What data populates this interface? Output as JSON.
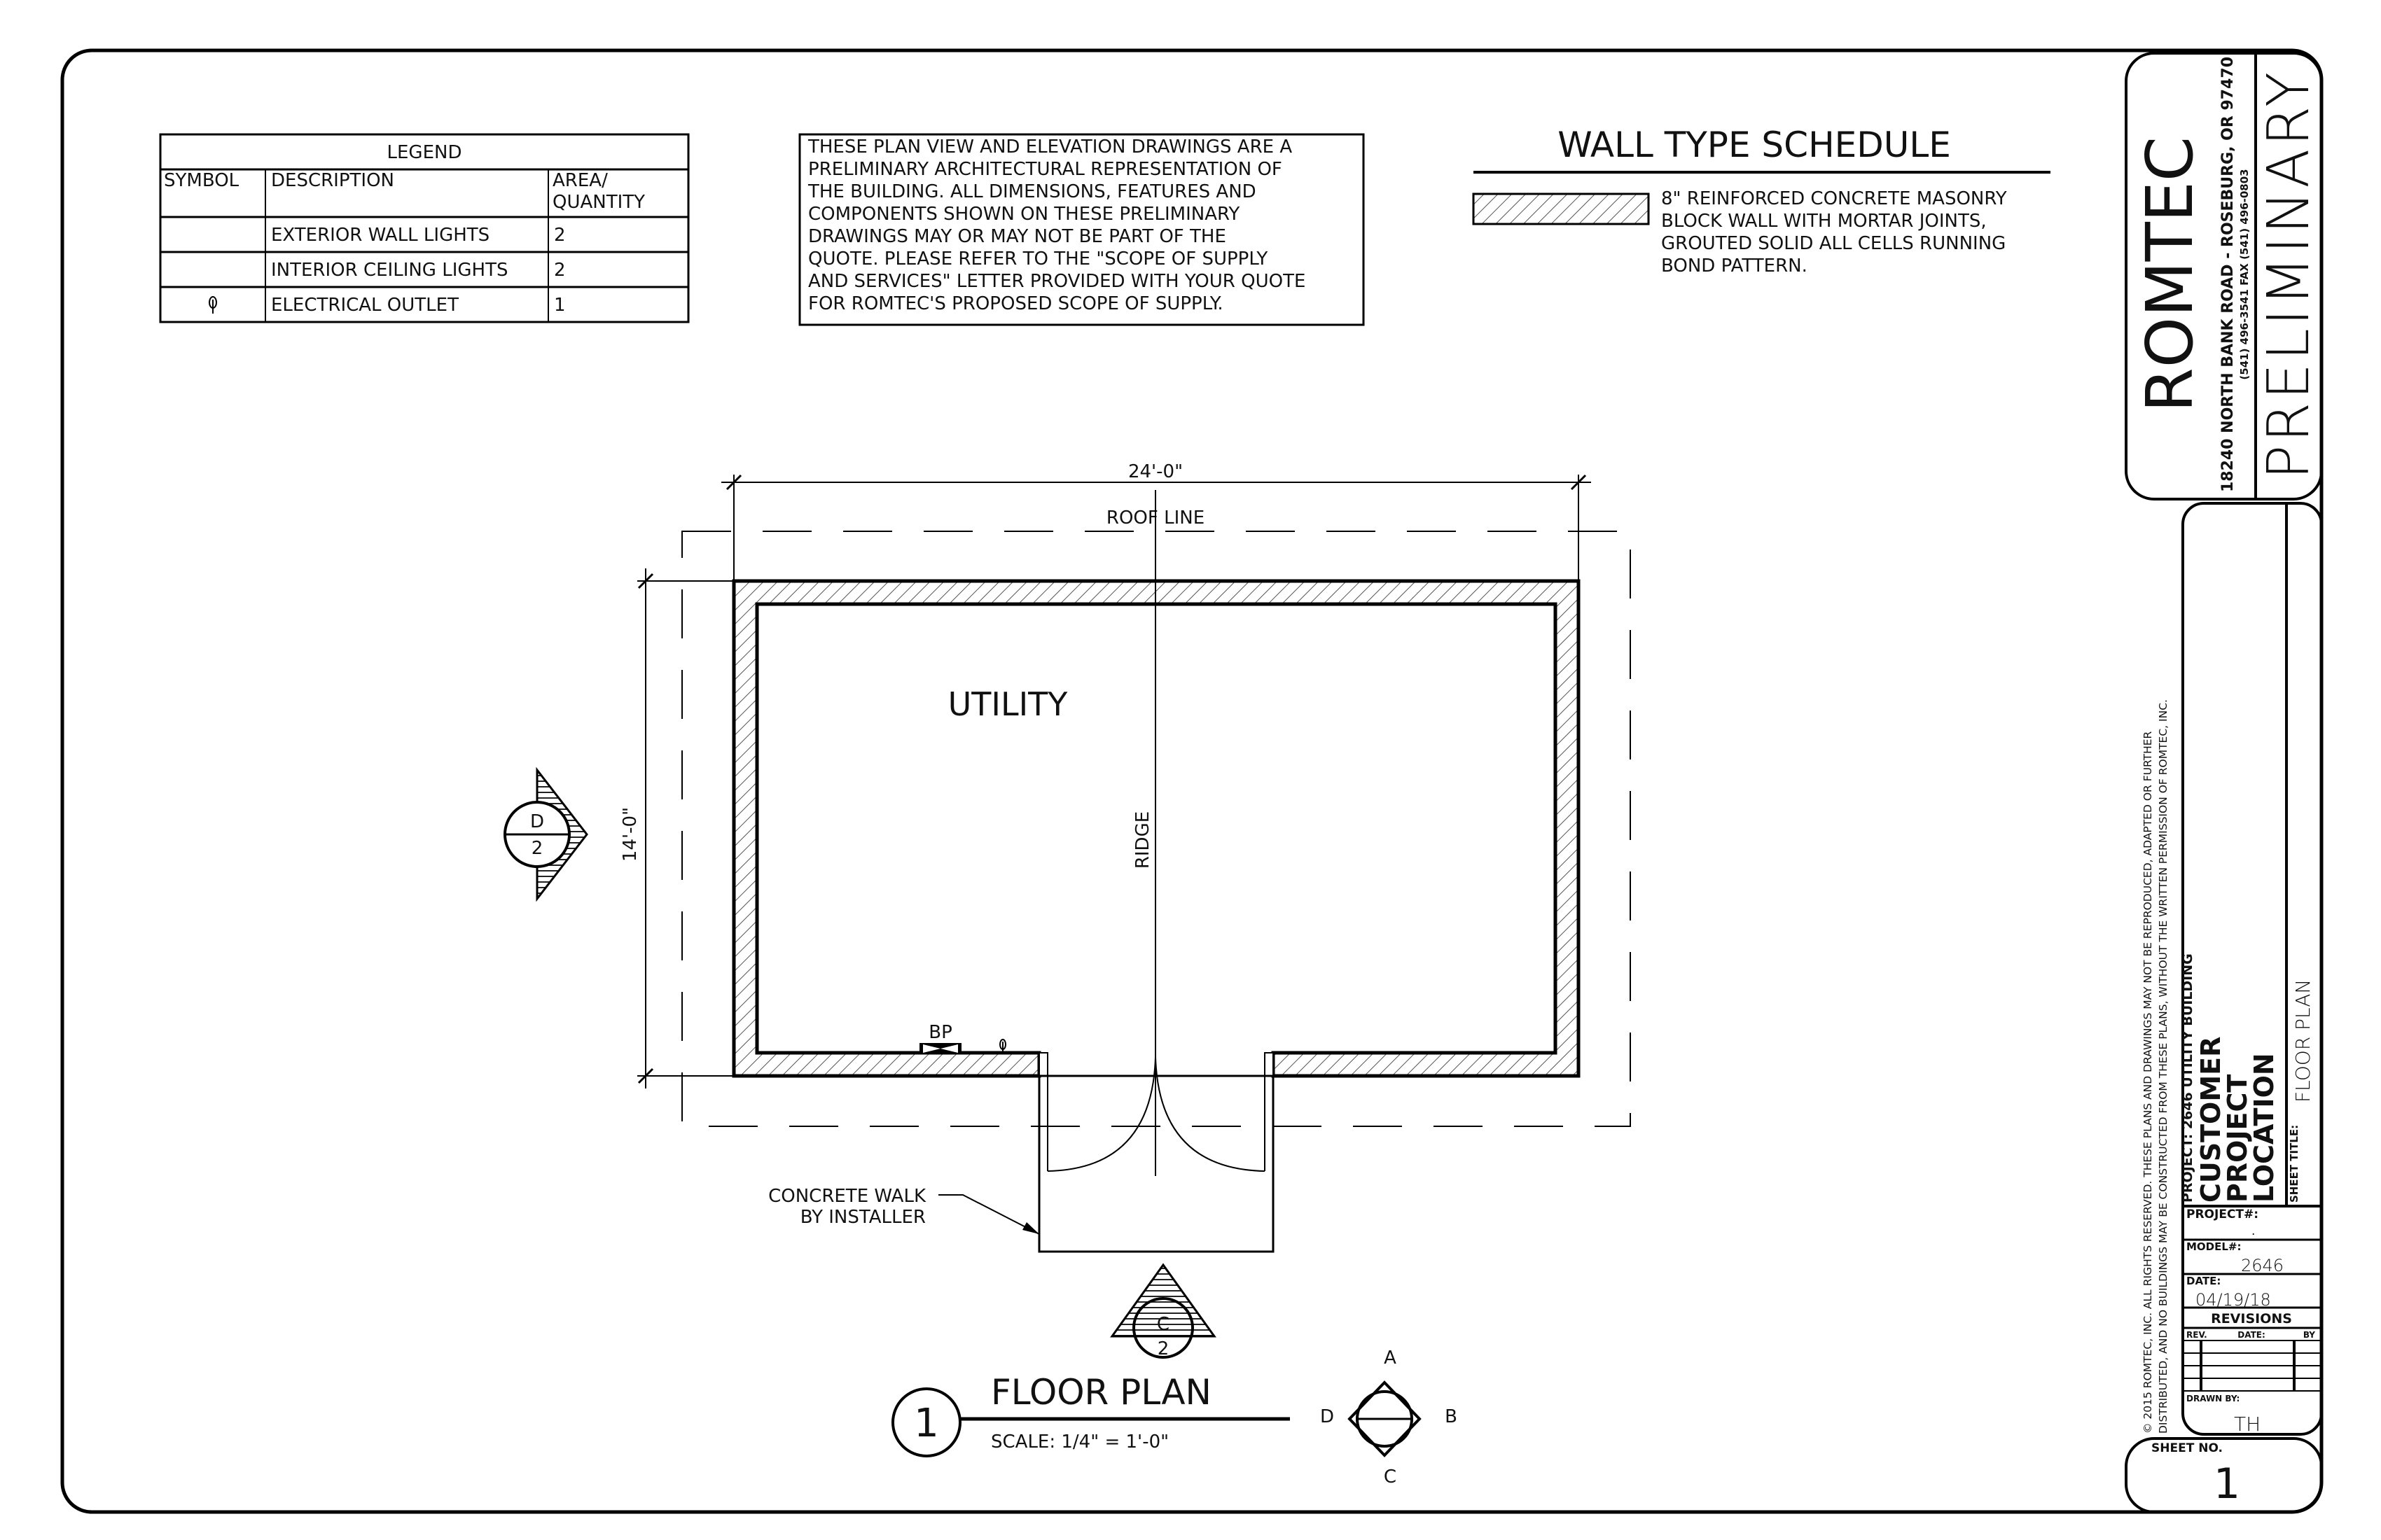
{
  "legend": {
    "title": "LEGEND",
    "headers": [
      "SYMBOL",
      "DESCRIPTION",
      "AREA/",
      "QUANTITY"
    ],
    "rows": [
      {
        "symbol": "",
        "description": "EXTERIOR WALL LIGHTS",
        "quantity": "2"
      },
      {
        "symbol": "",
        "description": "INTERIOR CEILING LIGHTS",
        "quantity": "2"
      },
      {
        "symbol": "outlet-icon",
        "description": "ELECTRICAL OUTLET",
        "quantity": "1"
      }
    ]
  },
  "notes": {
    "lines": [
      "THESE PLAN VIEW AND ELEVATION DRAWINGS ARE A",
      "PRELIMINARY ARCHITECTURAL REPRESENTATION OF",
      "THE BUILDING. ALL DIMENSIONS, FEATURES AND",
      "COMPONENTS SHOWN ON THESE PRELIMINARY",
      "DRAWINGS MAY OR MAY NOT BE PART OF THE",
      "QUOTE. PLEASE REFER TO THE \"SCOPE OF SUPPLY",
      "AND SERVICES\" LETTER PROVIDED WITH YOUR QUOTE",
      "FOR ROMTEC'S PROPOSED SCOPE OF SUPPLY."
    ]
  },
  "wall_schedule": {
    "title": "WALL TYPE SCHEDULE",
    "lines": [
      "8\" REINFORCED CONCRETE MASONRY",
      "BLOCK WALL WITH MORTAR JOINTS,",
      "GROUTED SOLID ALL CELLS RUNNING",
      "BOND PATTERN."
    ]
  },
  "plan": {
    "width_dim": "24'-0\"",
    "depth_dim": "14'-0\"",
    "roof_line": "ROOF LINE",
    "ridge": "RIDGE",
    "room": "UTILITY",
    "bp": "BP",
    "walk_line1": "CONCRETE WALK",
    "walk_line2": "BY INSTALLER",
    "section_left": {
      "letter": "D",
      "sheet": "2"
    },
    "section_bottom": {
      "letter": "C",
      "sheet": "2"
    },
    "compass": {
      "a": "A",
      "b": "B",
      "c": "C",
      "d": "D"
    },
    "title_number": "1",
    "title": "FLOOR PLAN",
    "scale": "SCALE: 1/4\" = 1'-0\""
  },
  "title_block": {
    "company": "ROMTEC",
    "address": "18240 NORTH BANK ROAD - ROSEBURG, OR 97470",
    "phone": "(541) 496-3541     FAX (541) 496-0803",
    "status": "PRELIMINARY",
    "copyright1": "© 2015 ROMTEC, INC.  ALL RIGHTS RESERVED.  THESE PLANS AND DRAWINGS MAY NOT BE REPRODUCED, ADAPTED OR FURTHER",
    "copyright2": "DISTRIBUTED, AND NO BUILDINGS MAY BE CONSTRUCTED FROM THESE PLANS, WITHOUT THE WRITTEN PERMISSION OF ROMTEC, INC.",
    "project": "PROJECT: 2646 UTILITY BUILDING",
    "customer": "CUSTOMER",
    "project_line": "PROJECT",
    "location": "LOCATION",
    "sheet_title_label": "SHEET TITLE:",
    "sheet_title": "FLOOR PLAN",
    "project_no_label": "PROJECT#:",
    "project_no": ".",
    "model_label": "MODEL#:",
    "model": "2646",
    "date_label": "DATE:",
    "date": "04/19/18",
    "revisions": "REVISIONS",
    "rev_headers": [
      "REV.",
      "DATE:",
      "BY"
    ],
    "drawn_by_label": "DRAWN BY:",
    "drawn_by": "TH",
    "sheet_no_label": "SHEET NO.",
    "sheet_no": "1"
  }
}
